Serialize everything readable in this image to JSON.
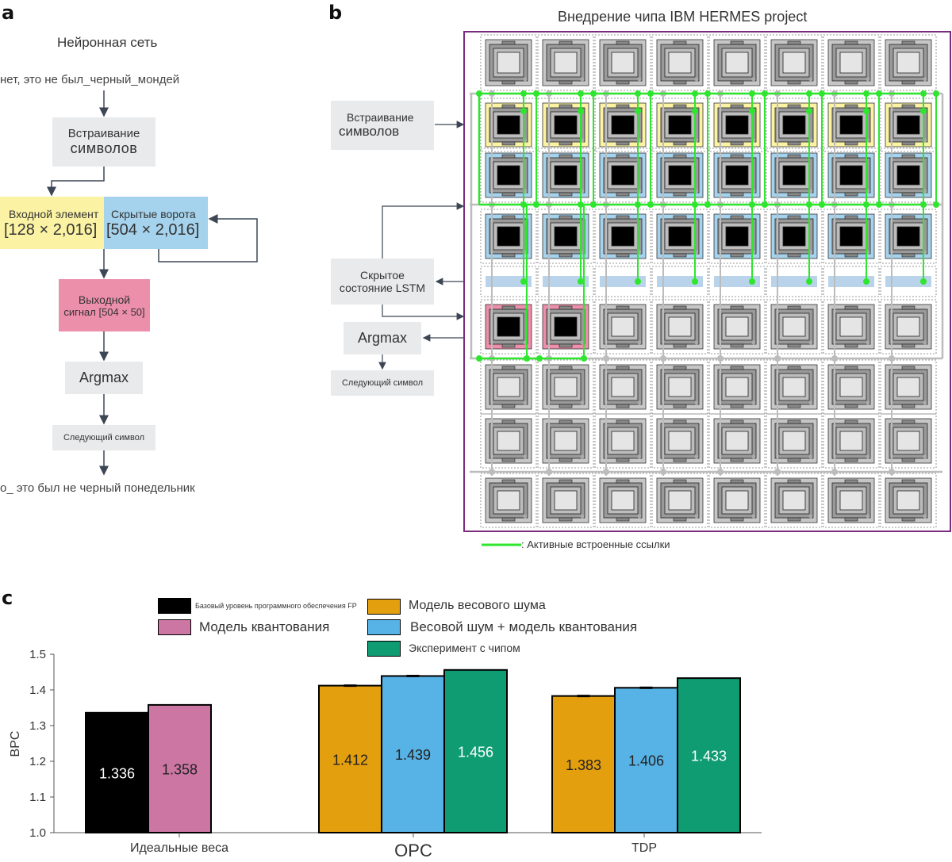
{
  "panel_a": {
    "letter": "a",
    "title": "Нейронная сеть",
    "input_text": "нет, это не был_черный_мондей",
    "embedding_line1": "Встраивание",
    "embedding_line2": "символов",
    "input_element_label": "Входной элемент",
    "input_element_dims": "[128 × 2,016]",
    "hidden_gates_label": "Скрытые ворота",
    "hidden_gates_dims": "[504 × 2,016]",
    "output_line1": "Выходной",
    "output_line2": "сигнал [504 × 50]",
    "argmax": "Argmax",
    "next_symbol": "Следующий символ",
    "output_text": "o_ это был не черный понедельник"
  },
  "panel_b": {
    "letter": "b",
    "title": "Внедрение чипа IBM HERMES project",
    "embedding_line1": "Встраивание",
    "embedding_line2": "символов",
    "lstm_line1": "Скрытое",
    "lstm_line2": "состояние LSTM",
    "argmax": "Argmax",
    "next_symbol": "Следующий символ",
    "legend": ": Активные встроенные ссылки",
    "colors": {
      "embedding": "#fbf3a3",
      "lstm": "#a5d2ec",
      "output": "#ec8fab",
      "inactive": "#c6c6c6",
      "active_link": "#2ee62e",
      "frame": "#7b2c7f"
    }
  },
  "panel_c": {
    "letter": "c",
    "legend": {
      "fp_baseline": "Базовый уровень программного обеспечения FP",
      "quant_model": "Модель квантования",
      "weight_noise": "Модель весового шума",
      "noise_quant": "Весовой шум + модель квантования",
      "chip_experiment": "Эксперимент с чипом"
    }
  },
  "chart_data": {
    "type": "bar",
    "ylabel": "BPC",
    "ylim": [
      1.0,
      1.5
    ],
    "yticks": [
      "1.0",
      "1.1",
      "1.2",
      "1.3",
      "1.4",
      "1.5"
    ],
    "categories": [
      "Идеальные веса",
      "OPC",
      "TDP"
    ],
    "bars": [
      {
        "category": "Идеальные веса",
        "series": "fp_baseline",
        "value": 1.336,
        "label": "1.336",
        "color": "#000000",
        "label_color": "#ffffff",
        "error": false
      },
      {
        "category": "Идеальные веса",
        "series": "quant_model",
        "value": 1.358,
        "label": "1.358",
        "color": "#cc76a4",
        "label_color": "#222222",
        "error": false
      },
      {
        "category": "OPC",
        "series": "weight_noise",
        "value": 1.412,
        "label": "1.412",
        "color": "#e49f0f",
        "label_color": "#222222",
        "error": true
      },
      {
        "category": "OPC",
        "series": "noise_quant",
        "value": 1.439,
        "label": "1.439",
        "color": "#57b3e6",
        "label_color": "#222222",
        "error": true
      },
      {
        "category": "OPC",
        "series": "chip_experiment",
        "value": 1.456,
        "label": "1.456",
        "color": "#109c73",
        "label_color": "#ffffff",
        "error": false
      },
      {
        "category": "TDP",
        "series": "weight_noise",
        "value": 1.383,
        "label": "1.383",
        "color": "#e49f0f",
        "label_color": "#222222",
        "error": true
      },
      {
        "category": "TDP",
        "series": "noise_quant",
        "value": 1.406,
        "label": "1.406",
        "color": "#57b3e6",
        "label_color": "#222222",
        "error": true
      },
      {
        "category": "TDP",
        "series": "chip_experiment",
        "value": 1.433,
        "label": "1.433",
        "color": "#109c73",
        "label_color": "#ffffff",
        "error": false
      }
    ],
    "series": [
      {
        "key": "fp_baseline",
        "name": "Базовый уровень программного обеспечения FP",
        "color": "#000000"
      },
      {
        "key": "quant_model",
        "name": "Модель квантования",
        "color": "#cc76a4"
      },
      {
        "key": "weight_noise",
        "name": "Модель весового шума",
        "color": "#e49f0f"
      },
      {
        "key": "noise_quant",
        "name": "Весовой шум + модель квантования",
        "color": "#57b3e6"
      },
      {
        "key": "chip_experiment",
        "name": "Эксперимент с чипом",
        "color": "#109c73"
      }
    ]
  }
}
